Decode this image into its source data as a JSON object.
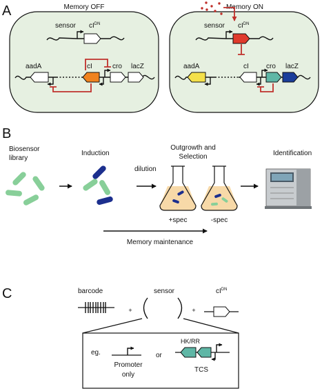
{
  "colors": {
    "cell_fill": "#e6f0e1",
    "repression_red": "#c0302b",
    "ci_orange": "#f0821e",
    "ci_dn_red": "#e03a2c",
    "aada_yellow": "#f4e04a",
    "cro_teal": "#5fb7a6",
    "lacz_blue": "#1a3d9a",
    "cell_green": "#88cf99",
    "cell_darkblue": "#1c2f8e",
    "medium_fill": "#f7d9a8",
    "tcs_teal": "#5fb7a6"
  },
  "panel_a": {
    "label": "A",
    "off": {
      "title": "Memory OFF",
      "sensor": "sensor",
      "ci_dn": "cI",
      "ci_dn_sup": "DN",
      "aada": "aadA",
      "ci": "cI",
      "cro": "cro",
      "lacz": "lacZ"
    },
    "on": {
      "title": "Memory ON",
      "sensor": "sensor",
      "ci_dn": "cI",
      "ci_dn_sup": "DN",
      "aada": "aadA",
      "ci": "cI",
      "cro": "cro",
      "lacz": "lacZ"
    }
  },
  "panel_b": {
    "label": "B",
    "biosensor_line1": "Biosensor",
    "biosensor_line2": "library",
    "induction": "Induction",
    "dilution": "dilution",
    "outgrowth_line1": "Outgrowth and",
    "outgrowth_line2": "Selection",
    "plus_spec": "+spec",
    "minus_spec": "-spec",
    "identification": "Identification",
    "memory_maintenance": "Memory maintenance"
  },
  "panel_c": {
    "label": "C",
    "barcode": "barcode",
    "sensor": "sensor",
    "ci_dn": "cI",
    "ci_dn_sup": "DN",
    "plus": "+",
    "eg": "eg.",
    "promoter_line1": "Promoter",
    "promoter_line2": "only",
    "or": "or",
    "hk_rr": "HK/RR",
    "tcs": "TCS"
  }
}
